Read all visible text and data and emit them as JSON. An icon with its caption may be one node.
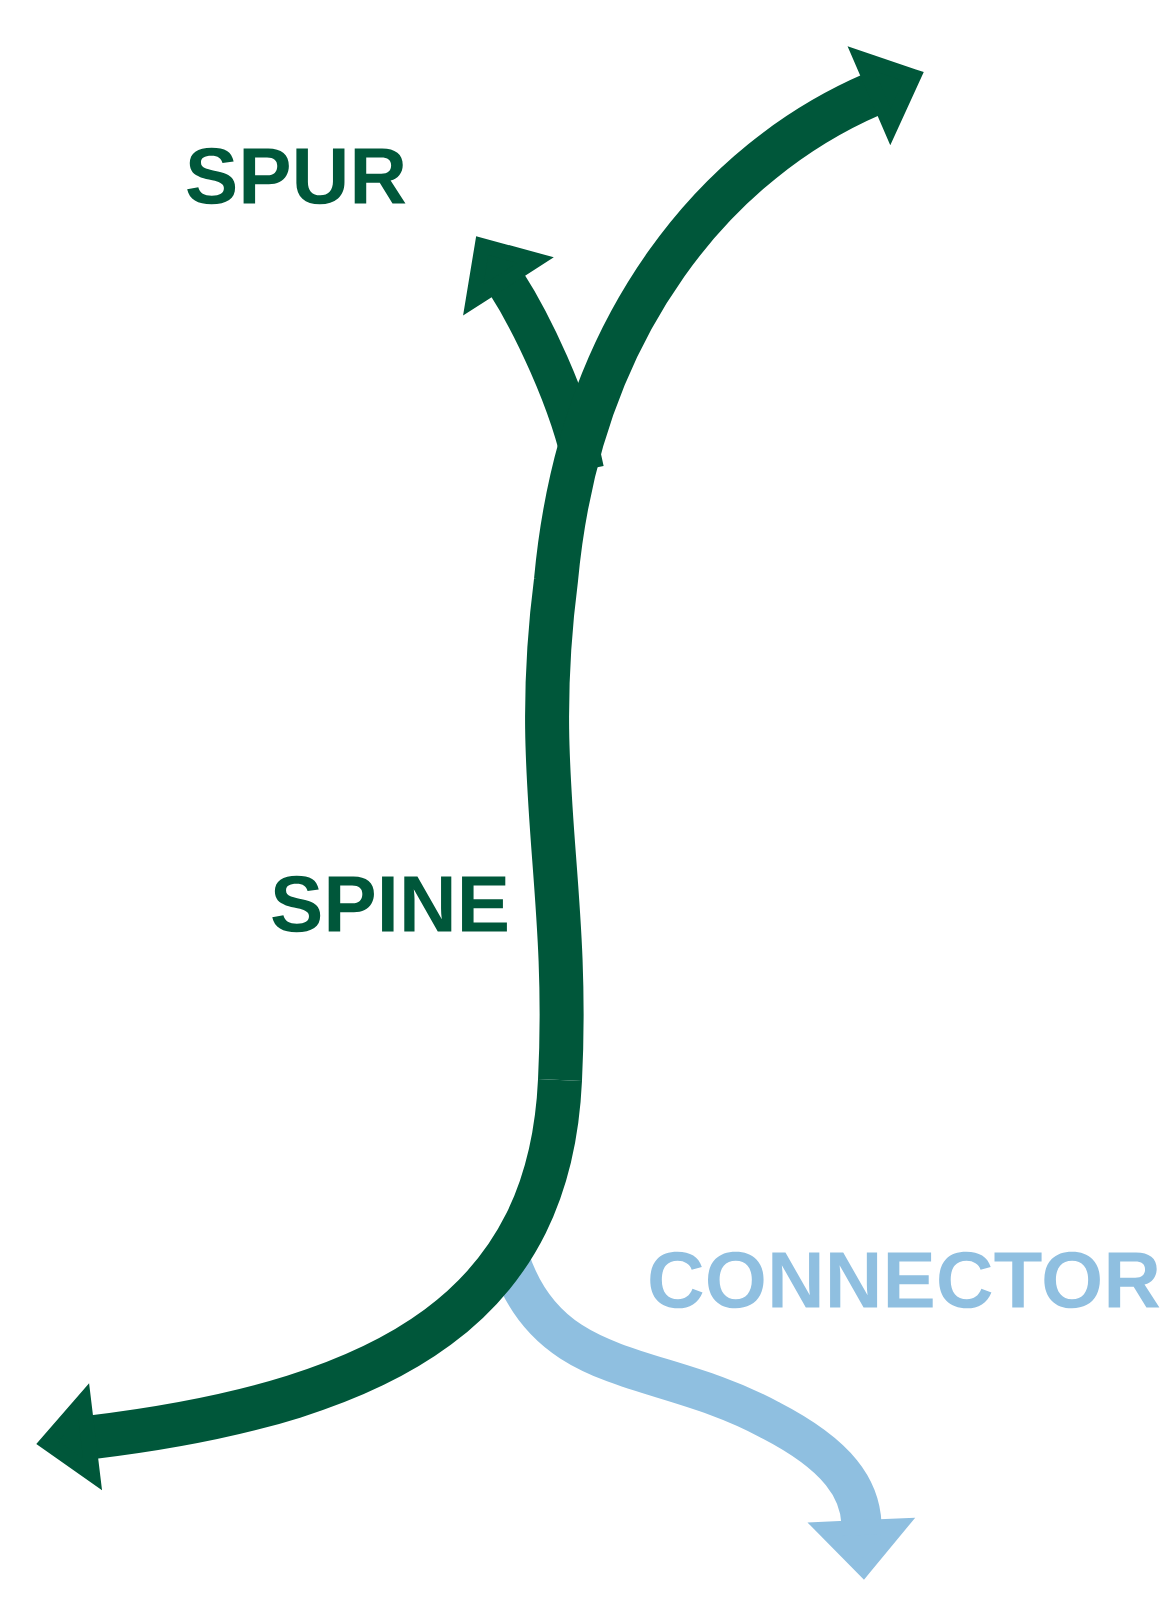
{
  "diagram": {
    "labels": [
      "SPUR",
      "SPINE",
      "CONNECTOR"
    ]
  }
}
